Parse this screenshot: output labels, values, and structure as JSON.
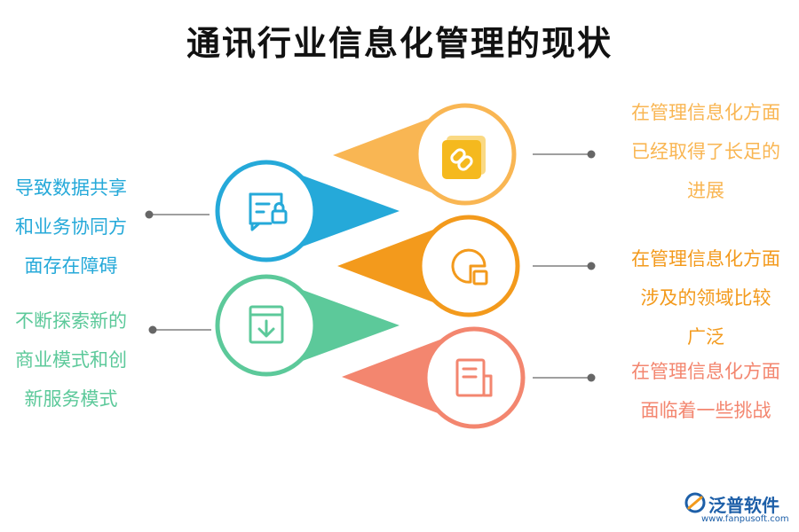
{
  "title": "通讯行业信息化管理的现状",
  "colors": {
    "yellow": "#F9B653",
    "yellow_icon": "#F5B91E",
    "blue": "#25A9D9",
    "orange": "#F39A1C",
    "green": "#5CC99A",
    "salmon": "#F3866F",
    "connector": "#666666"
  },
  "items": {
    "yellow": {
      "lines": [
        "在管理信息化方面",
        "已经取得了长足的",
        "进展"
      ],
      "icon": "link-icon"
    },
    "blue": {
      "lines": [
        "导致数据共享",
        "和业务协同方",
        "面存在障碍"
      ],
      "icon": "chat-lock-icon"
    },
    "orange": {
      "lines": [
        "在管理信息化方面",
        "涉及的领域比较",
        "广泛"
      ],
      "icon": "pie-chart-icon"
    },
    "green": {
      "lines": [
        "不断探索新的",
        "商业模式和创",
        "新服务模式"
      ],
      "icon": "download-box-icon"
    },
    "salmon": {
      "lines": [
        "在管理信息化方面",
        "面临着一些挑战"
      ],
      "icon": "document-icon"
    }
  },
  "logo": {
    "name": "泛普软件",
    "url": "www.fanpusoft.com"
  }
}
